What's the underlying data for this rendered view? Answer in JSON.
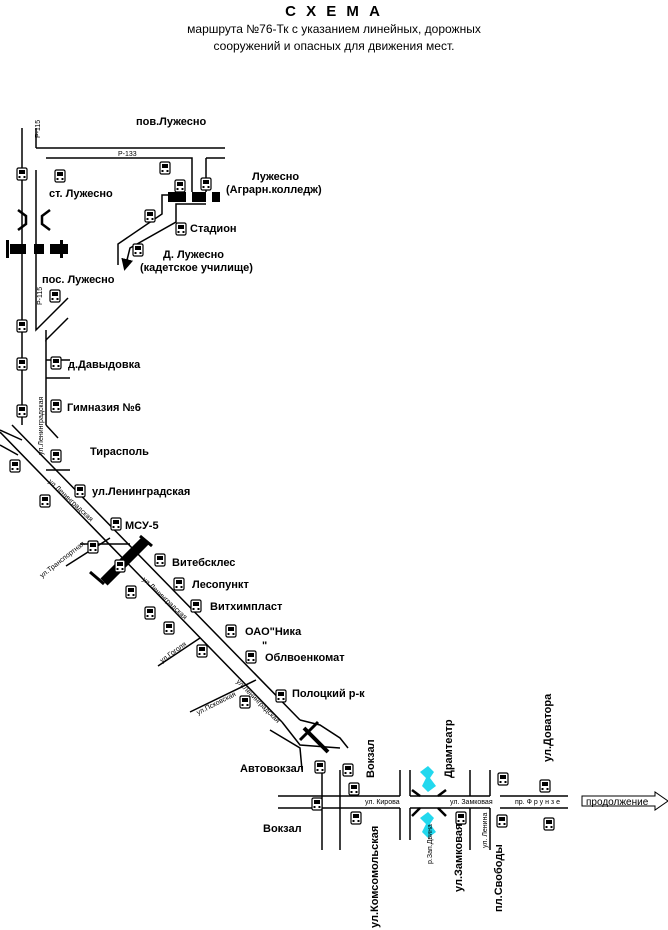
{
  "title": "С Х Е М А",
  "subtitle_line1": "маршрута  №76-Тк с указанием линейных, дорожных",
  "subtitle_line2": "сооружений и  опасных для движения мест.",
  "stops": {
    "pov_luzhesno": "пов.Лужесно",
    "luzhesno_1": "Лужесно",
    "luzhesno_2": "(Аграрн.колледж)",
    "st_luzhesno": "ст. Лужесно",
    "stadion": "Стадион",
    "d_luzhesno_1": "Д. Лужесно",
    "d_luzhesno_2": "(кадетское училище)",
    "pos_luzhesno": "пос. Лужесно",
    "davydovka": "д.Давыдовка",
    "gymnasium": "Гимназия №6",
    "tiraspol": "Тирасполь",
    "leningradskaya": "ул.Ленинградская",
    "msu5": "МСУ-5",
    "vitebskles": "Витебсклес",
    "lesopunkt": "Лесопункт",
    "vitkhimplast": "Витхимпласт",
    "nika": "ОАО\"Ника",
    "oblvoenkomat": "Облвоенкомат",
    "quote": "\"",
    "polotsky": "Полоцкий р-к",
    "avtovokzal": "Автовокзал",
    "vokzal_v": "Вокзал",
    "vokzal": "Вокзал",
    "dramteatr": "Драмтеатр",
    "dovatora": "ул.Доватора",
    "komsomolskaya": "ул.Комсомольская",
    "zamkovaya": "ул.Замковая",
    "svobody": "пл.Свободы"
  },
  "road_labels": {
    "r115_top": "Р-115",
    "r133": "Р-133",
    "r115_mid": "Р-115",
    "ul_leningradskaya_v": "ул.Ленинградская",
    "ul_leningradskaya_d1": "ул.Ленинградская",
    "ul_transportnaya": "ул.Транспортная",
    "ul_leningradskaya_d2": "ул.Ленинградская",
    "ul_gogolya": "ул.Гоголя",
    "ul_pskovskaya": "ул.Псковская",
    "ul_leningradskaya_d3": "ул.Ленинградская",
    "ul_kirova": "ул. Кирова",
    "ul_zamkovaya_h": "ул. Замковая",
    "pr_frunze": "пр. Ф р у н з е",
    "r_zap_dvina": "р.Зап.Двина",
    "ul_lenina": "ул. Ленина"
  },
  "continuation": "продолжение"
}
